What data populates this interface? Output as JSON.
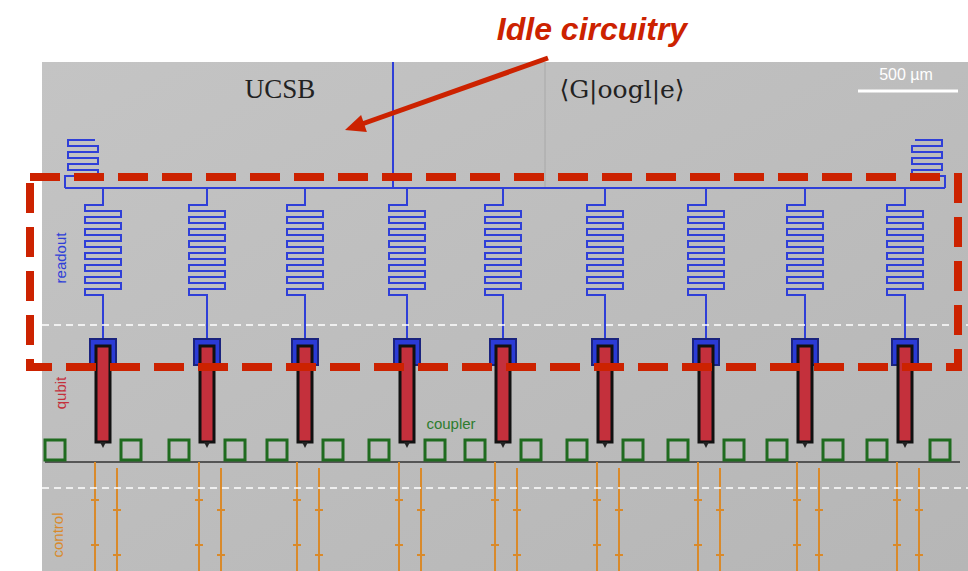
{
  "diagram": {
    "labels": [
      "Idle circuitry",
      "UCSB",
      "⟨G|oogl|e⟩",
      "500 µm",
      "readout",
      "qubit",
      "coupler",
      "control"
    ]
  }
}
